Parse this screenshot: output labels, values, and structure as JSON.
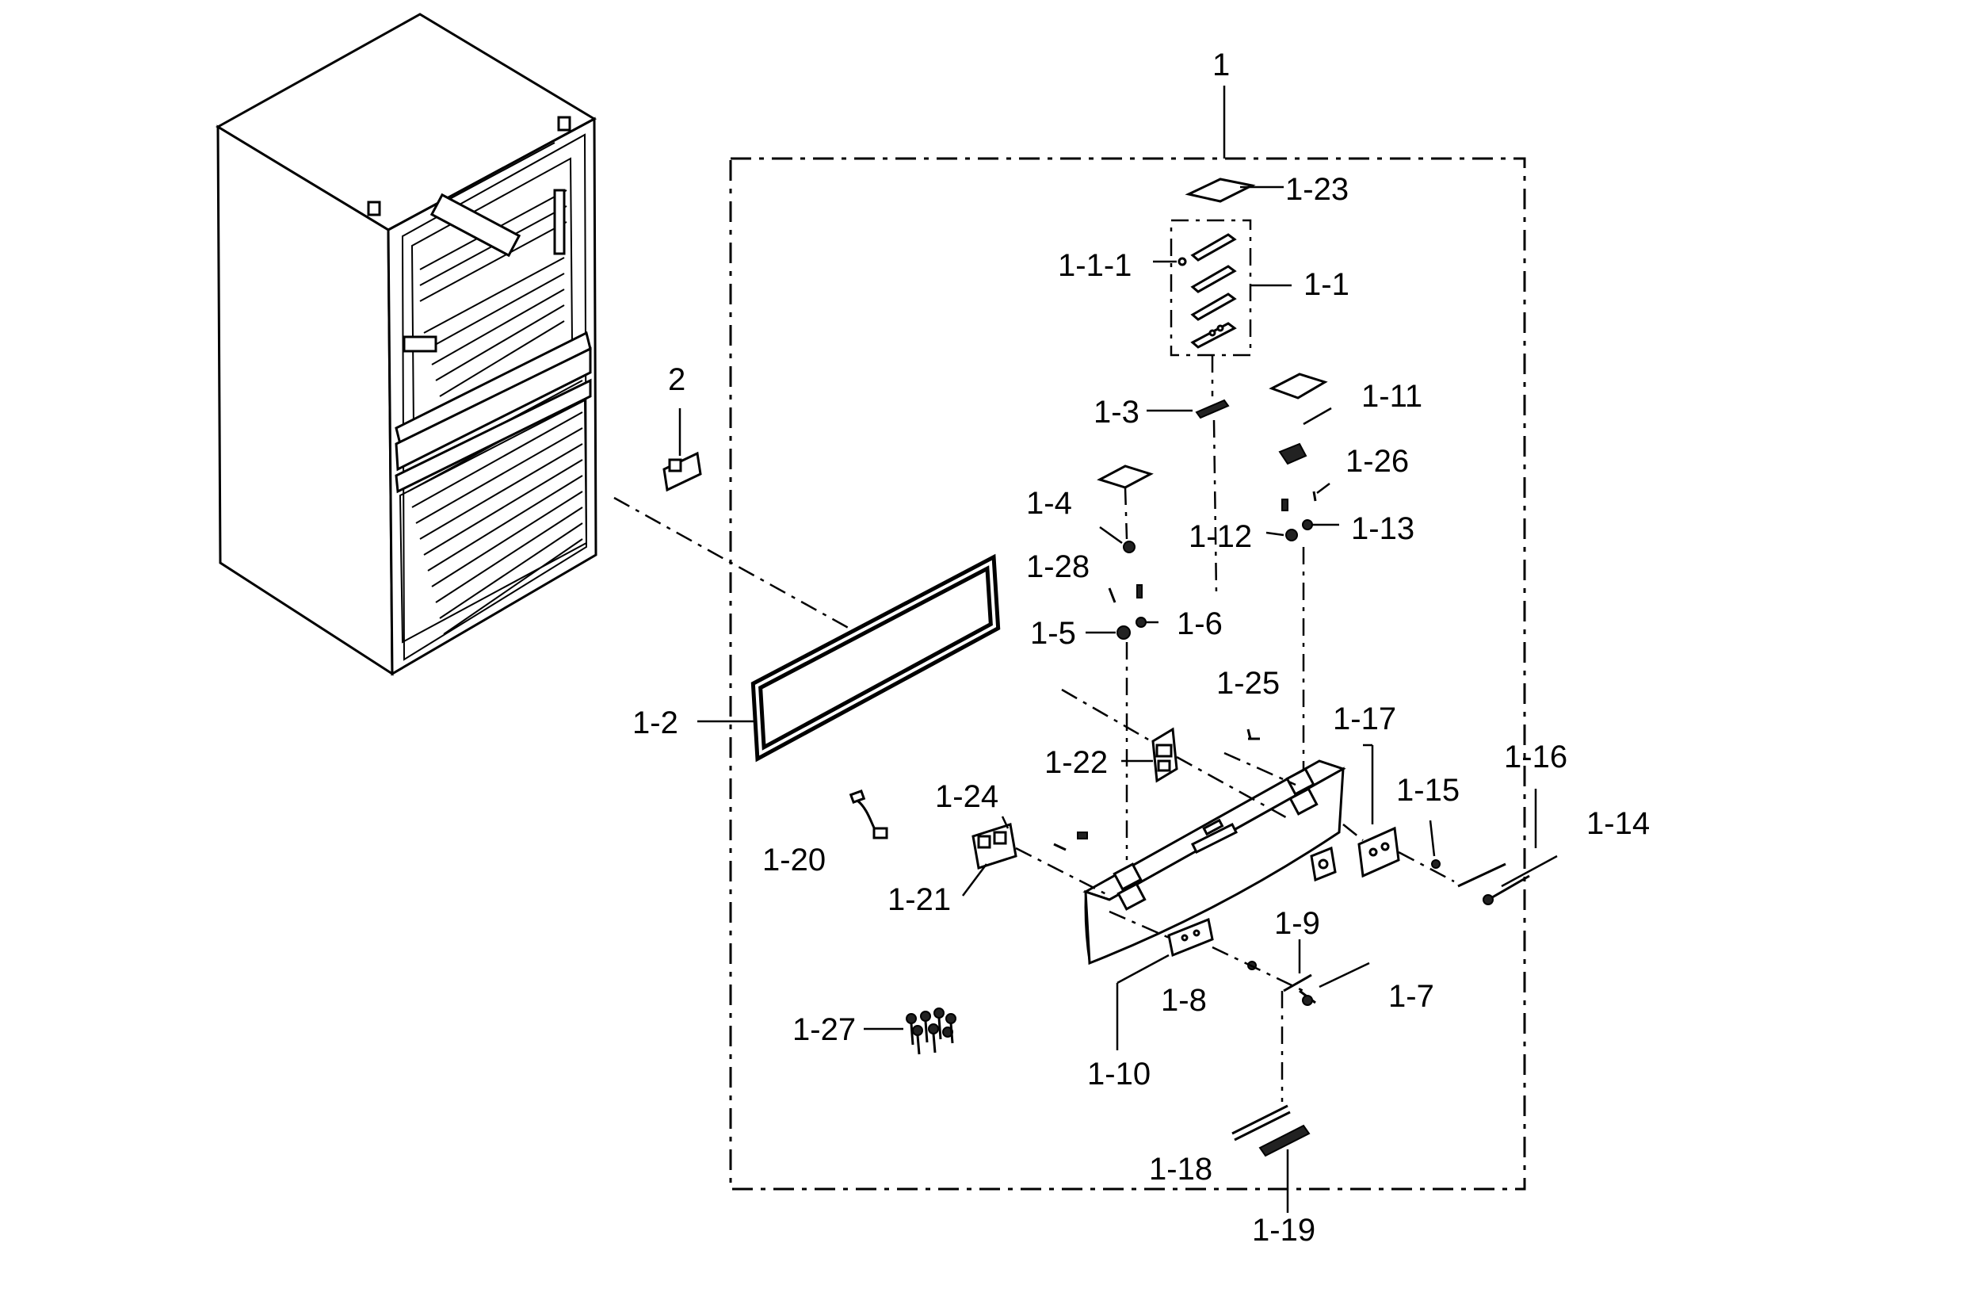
{
  "callouts": {
    "c1": "1",
    "c1_23": "1-23",
    "c1_1_1": "1-1-1",
    "c1_1": "1-1",
    "c2": "2",
    "c1_3": "1-3",
    "c1_11": "1-11",
    "c1_26": "1-26",
    "c1_4": "1-4",
    "c1_12": "1-12",
    "c1_13": "1-13",
    "c1_28": "1-28",
    "c1_6": "1-6",
    "c1_5": "1-5",
    "c1_25": "1-25",
    "c1_17": "1-17",
    "c1_16": "1-16",
    "c1_2": "1-2",
    "c1_22": "1-22",
    "c1_15": "1-15",
    "c1_14": "1-14",
    "c1_24": "1-24",
    "c1_20": "1-20",
    "c1_21": "1-21",
    "c1_9": "1-9",
    "c1_8": "1-8",
    "c1_7": "1-7",
    "c1_27": "1-27",
    "c1_10": "1-10",
    "c1_18": "1-18",
    "c1_19": "1-19"
  }
}
